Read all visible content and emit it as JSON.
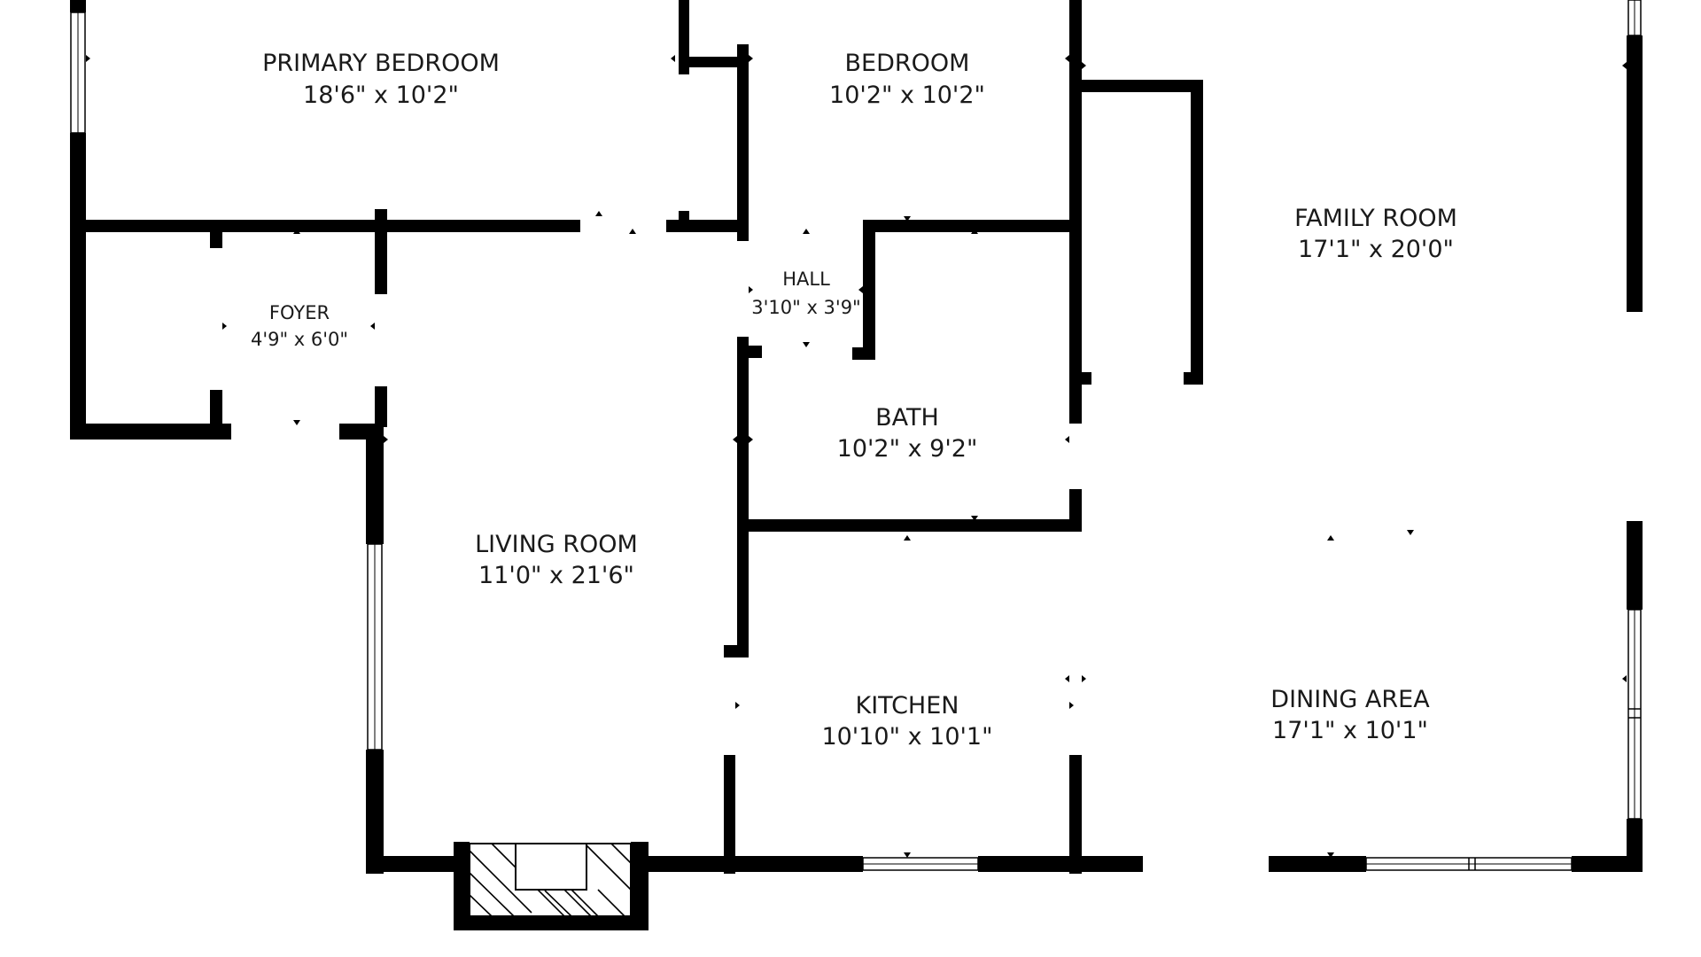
{
  "rooms": [
    {
      "id": "primary-bedroom",
      "name": "PRIMARY BEDROOM",
      "dims": "18'6\" x 10'2\""
    },
    {
      "id": "bedroom",
      "name": "BEDROOM",
      "dims": "10'2\" x 10'2\""
    },
    {
      "id": "family-room",
      "name": "FAMILY ROOM",
      "dims": "17'1\" x 20'0\""
    },
    {
      "id": "foyer",
      "name": "FOYER",
      "dims": "4'9\" x 6'0\""
    },
    {
      "id": "hall",
      "name": "HALL",
      "dims": "3'10\" x 3'9\""
    },
    {
      "id": "bath",
      "name": "BATH",
      "dims": "10'2\" x 9'2\""
    },
    {
      "id": "living-room",
      "name": "LIVING ROOM",
      "dims": "11'0\" x 21'6\""
    },
    {
      "id": "kitchen",
      "name": "KITCHEN",
      "dims": "10'10\" x 10'1\""
    },
    {
      "id": "dining-area",
      "name": "DINING AREA",
      "dims": "17'1\" x 10'1\""
    }
  ],
  "colors": {
    "wall": "#000000",
    "background": "#ffffff",
    "text": "#1a1a1a"
  }
}
